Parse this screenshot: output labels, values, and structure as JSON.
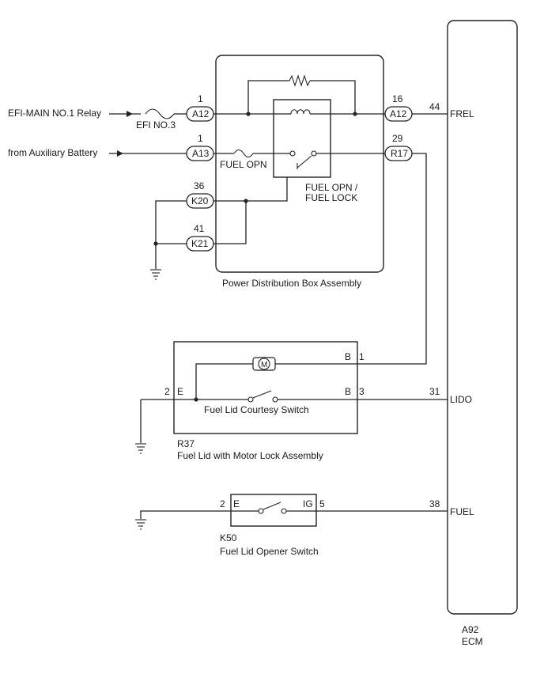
{
  "inputs": {
    "efi_main": "EFI-MAIN NO.1 Relay",
    "aux_battery": "from Auxiliary Battery"
  },
  "fuses": {
    "efi_no3": "EFI NO.3",
    "fuel_opn": "FUEL OPN"
  },
  "relay_label_line1": "FUEL OPN /",
  "relay_label_line2": "FUEL LOCK",
  "pdb": {
    "name": "Power Distribution Box Assembly",
    "connectors": {
      "a12_in": {
        "pin": "1",
        "code": "A12"
      },
      "a13": {
        "pin": "1",
        "code": "A13"
      },
      "k20": {
        "pin": "36",
        "code": "K20"
      },
      "k21": {
        "pin": "41",
        "code": "K21"
      },
      "a12_out": {
        "pin": "16",
        "code": "A12"
      },
      "r17": {
        "pin": "29",
        "code": "R17"
      }
    }
  },
  "fuel_lid_motor": {
    "code": "R37",
    "name": "Fuel Lid with Motor Lock Assembly",
    "switch_label": "Fuel Lid Courtesy Switch",
    "motor_symbol": "M",
    "pins": {
      "b_top_letter": "B",
      "b_top_num": "1",
      "b_bot_letter": "B",
      "b_bot_num": "3",
      "e_letter": "E",
      "e_num": "2"
    }
  },
  "opener_switch": {
    "code": "K50",
    "name": "Fuel Lid Opener Switch",
    "pins": {
      "e_letter": "E",
      "e_num": "2",
      "ig_letter": "IG",
      "ig_num": "5"
    }
  },
  "ecm": {
    "code": "A92",
    "name": "ECM",
    "terminals": [
      {
        "pin": "44",
        "label": "FREL"
      },
      {
        "pin": "31",
        "label": "LIDO"
      },
      {
        "pin": "38",
        "label": "FUEL"
      }
    ]
  }
}
